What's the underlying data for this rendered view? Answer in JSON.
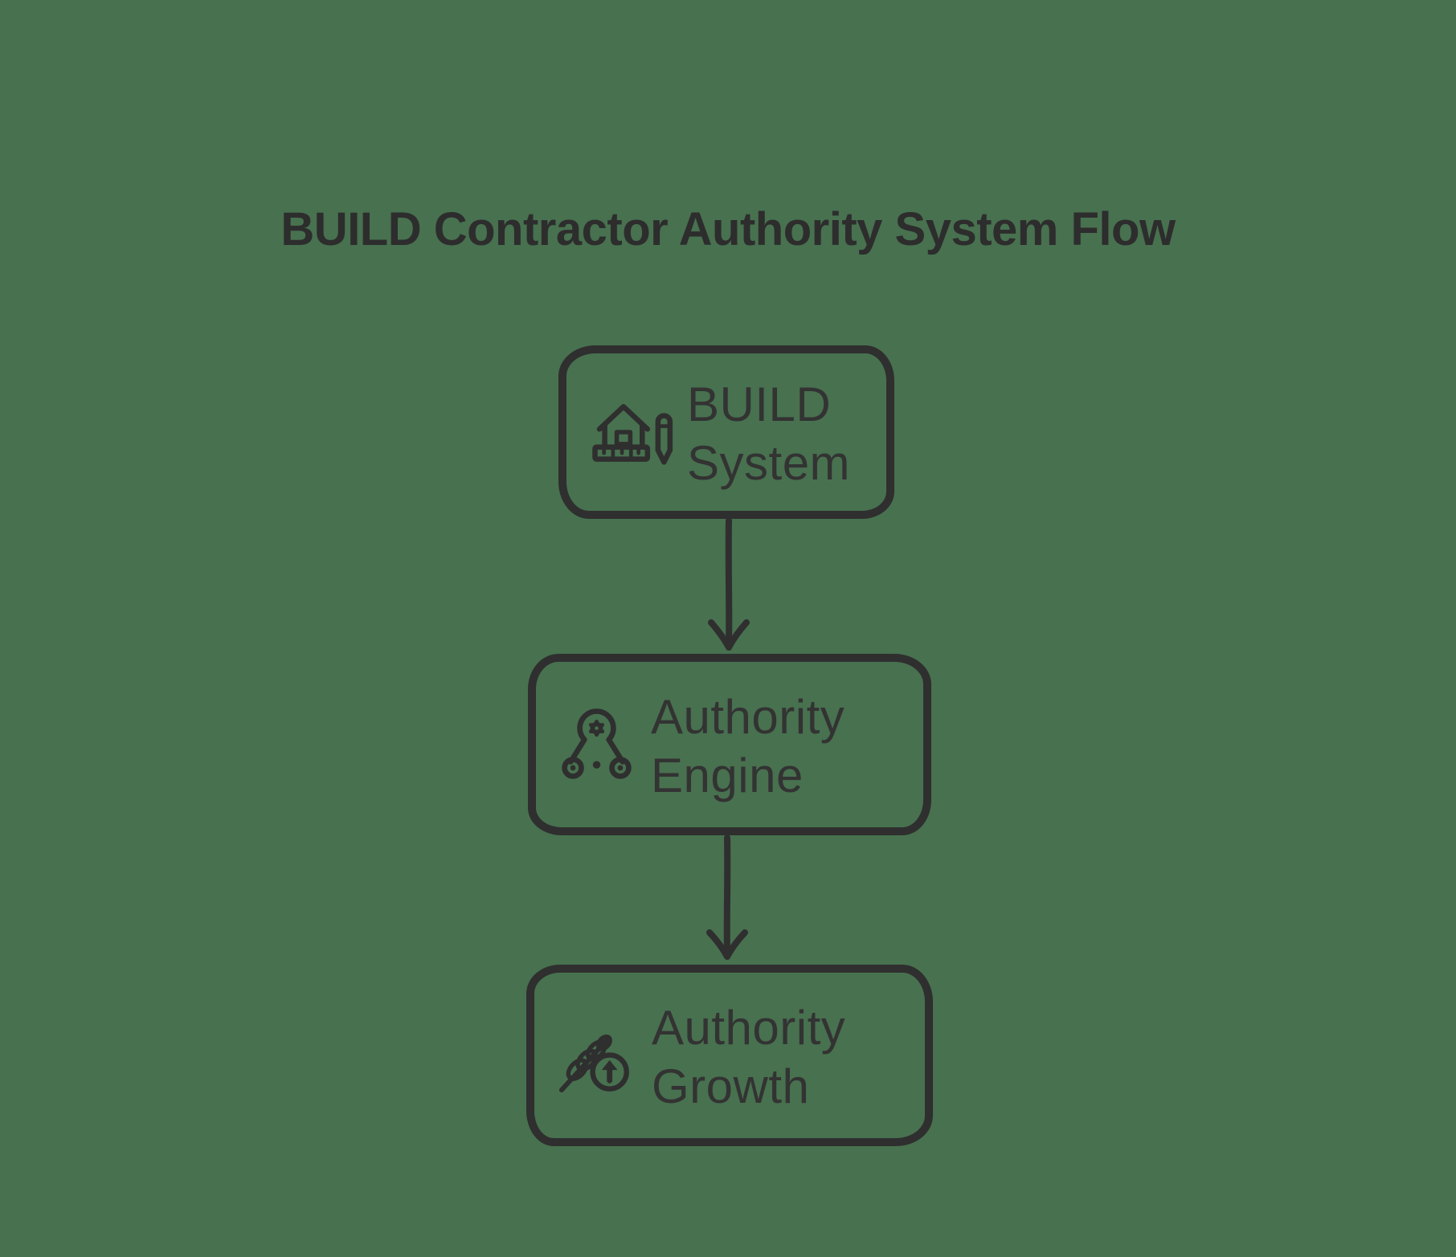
{
  "title": "BUILD Contractor Authority System Flow",
  "colors": {
    "background": "#48714F",
    "ink": "#2F2F2F",
    "label_text": "#333333",
    "title_text": "#2D2D2D"
  },
  "flow": {
    "nodes": [
      {
        "id": "build-system",
        "icon": "blueprint-house-icon",
        "line1": "BUILD",
        "line2": "System"
      },
      {
        "id": "authority-engine",
        "icon": "engine-belt-icon",
        "line1": "Authority",
        "line2": "Engine"
      },
      {
        "id": "authority-growth",
        "icon": "feather-growth-icon",
        "line1": "Authority",
        "line2": "Growth"
      }
    ],
    "edges": [
      {
        "from": "build-system",
        "to": "authority-engine",
        "direction": "down"
      },
      {
        "from": "authority-engine",
        "to": "authority-growth",
        "direction": "down"
      }
    ]
  }
}
